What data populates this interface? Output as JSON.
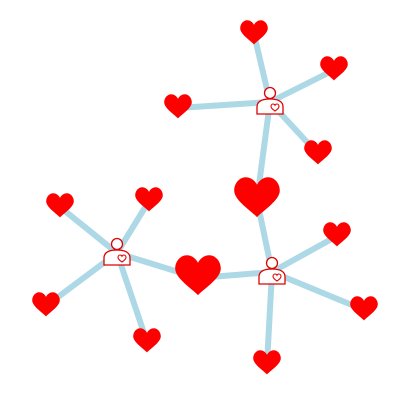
{
  "colors": {
    "edge": "#add8e6",
    "heart": "#ff0000",
    "person_stroke": "#e00000",
    "background": "#ffffff"
  },
  "icons": {
    "person": "person-with-heart-icon",
    "heart": "heart-icon"
  },
  "nodes": [
    {
      "id": "p1",
      "kind": "person"
    },
    {
      "id": "p2",
      "kind": "person"
    },
    {
      "id": "p3",
      "kind": "person"
    },
    {
      "id": "h1",
      "kind": "heart",
      "size": "large"
    },
    {
      "id": "h2",
      "kind": "heart",
      "size": "large"
    },
    {
      "id": "s1",
      "kind": "heart",
      "size": "small"
    },
    {
      "id": "s2",
      "kind": "heart",
      "size": "small"
    },
    {
      "id": "s3",
      "kind": "heart",
      "size": "small"
    },
    {
      "id": "s4",
      "kind": "heart",
      "size": "small"
    },
    {
      "id": "s5",
      "kind": "heart",
      "size": "small"
    },
    {
      "id": "s6",
      "kind": "heart",
      "size": "small"
    },
    {
      "id": "s7",
      "kind": "heart",
      "size": "small"
    },
    {
      "id": "s8",
      "kind": "heart",
      "size": "small"
    },
    {
      "id": "s9",
      "kind": "heart",
      "size": "small"
    },
    {
      "id": "s10",
      "kind": "heart",
      "size": "small"
    },
    {
      "id": "s11",
      "kind": "heart",
      "size": "small"
    },
    {
      "id": "s12",
      "kind": "heart",
      "size": "small"
    }
  ],
  "edges": [
    [
      "p1",
      "s1"
    ],
    [
      "p1",
      "s2"
    ],
    [
      "p1",
      "s3"
    ],
    [
      "p1",
      "s4"
    ],
    [
      "p1",
      "h1"
    ],
    [
      "h1",
      "p2"
    ],
    [
      "p2",
      "s5"
    ],
    [
      "p2",
      "s6"
    ],
    [
      "p2",
      "s7"
    ],
    [
      "p2",
      "h2"
    ],
    [
      "h2",
      "p3"
    ],
    [
      "p3",
      "s8"
    ],
    [
      "p3",
      "s9"
    ],
    [
      "p3",
      "s10"
    ],
    [
      "p3",
      "s11"
    ]
  ]
}
